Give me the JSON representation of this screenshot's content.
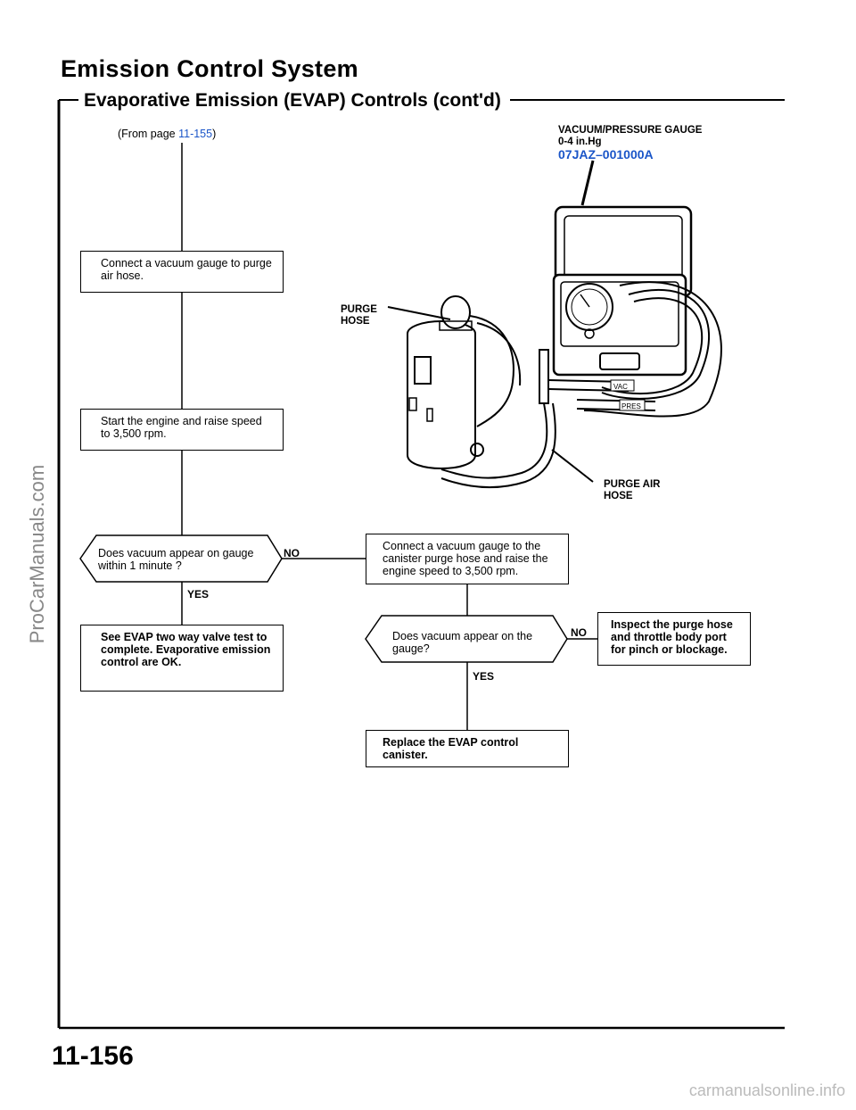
{
  "header": {
    "title": "Emission Control System",
    "subtitle": "Evaporative Emission (EVAP) Controls (cont'd)"
  },
  "from_ref": {
    "prefix": "(From page ",
    "page": "11-155",
    "suffix": ")"
  },
  "gauge_label": {
    "name": "VACUUM/PRESSURE GAUGE",
    "range": "0-4  in.Hg",
    "part_number": "07JAZ–001000A"
  },
  "labels": {
    "purge_hose_1": "PURGE",
    "purge_hose_2": "HOSE",
    "purge_air_hose_1": "PURGE AIR",
    "purge_air_hose_2": "HOSE",
    "vac": "VAC",
    "pres": "PRES"
  },
  "flow": {
    "step1": "Connect a vacuum gauge to purge air hose.",
    "step2": "Start the engine and raise speed to 3,500 rpm.",
    "decision1": "Does vacuum appear on gauge within 1 minute ?",
    "yes1": "YES",
    "no1": "NO",
    "result_ok": "See EVAP two way valve test to complete. Evaporative emission control are OK.",
    "step3": "Connect a vacuum gauge to the canister purge hose and raise the engine speed to 3,500 rpm.",
    "decision2": "Does vacuum appear on the gauge?",
    "yes2": "YES",
    "no2": "NO",
    "result_inspect": "Inspect the purge hose and throttle body port for pinch or blockage.",
    "result_replace": "Replace the EVAP control canister."
  },
  "page_number": "11-156",
  "watermark": "ProCarManuals.com",
  "footer": "carmanualsonline.info"
}
